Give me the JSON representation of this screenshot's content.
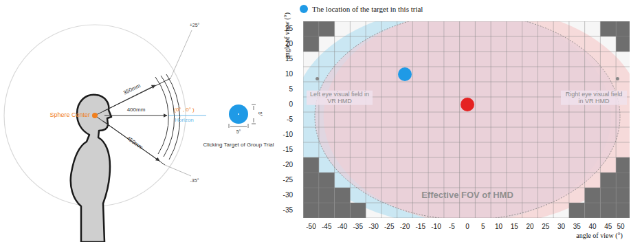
{
  "diagram": {
    "labels": [
      "+25°",
      "-35°",
      "Sphere Center",
      "350mm",
      "400mm",
      "(0° , 0° )",
      "Horizon",
      "450mm",
      "5°",
      "5°",
      "Clicking Target of Group Trial",
      "Left eye visual field in VR HMD",
      "Right eye visual field in VR HMD",
      "Effective FOV of HMD",
      "angle of view (°)",
      "angle of view (°)",
      "25",
      "20",
      "15",
      "10",
      "5",
      "0",
      "-5",
      "-10",
      "-15",
      "-20",
      "-25",
      "-30",
      "-35",
      "-50",
      "-45",
      "-40",
      "-35",
      "-30",
      "-25",
      "-20",
      "-15",
      "-10",
      "-5",
      "0",
      "5",
      "10",
      "15",
      "20",
      "25",
      "30",
      "35",
      "40",
      "45",
      "50"
    ],
    "legend": [
      {
        "text": "The location of the target in this trial",
        "color": "#1f9ae6"
      }
    ]
  }
}
